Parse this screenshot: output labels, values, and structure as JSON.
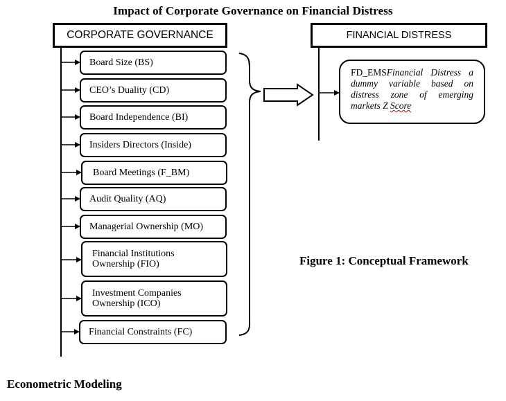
{
  "title": "Impact of Corporate Governance on Financial Distress",
  "left_header": "CORPORATE GOVERNANCE",
  "right_header": "FINANCIAL DISTRESS",
  "variables": [
    {
      "line1": "Board Size (BS)",
      "line2": ""
    },
    {
      "line1": "CEO’s Duality (CD)",
      "line2": ""
    },
    {
      "line1": "Board Independence (BI)",
      "line2": ""
    },
    {
      "line1": "Insiders Directors (Inside)",
      "line2": ""
    },
    {
      "line1": "Board Meetings (F_BM)",
      "line2": ""
    },
    {
      "line1": "Audit Quality (AQ)",
      "line2": ""
    },
    {
      "line1": "Managerial Ownership (MO)",
      "line2": ""
    },
    {
      "line1": "Financial Institutions",
      "line2": "Ownership (FIO)"
    },
    {
      "line1": "Investment Companies",
      "line2": "Ownership (ICO)"
    },
    {
      "line1": "Financial Constraints (FC)",
      "line2": ""
    }
  ],
  "dependent": {
    "name": "FD_EMS",
    "description": "Financial Distress a dummy variable based on distress zone of emerging markets Z",
    "score_word": "Score"
  },
  "figure_caption": "Figure 1: Conceptual Framework",
  "section_heading": "Econometric Modeling"
}
